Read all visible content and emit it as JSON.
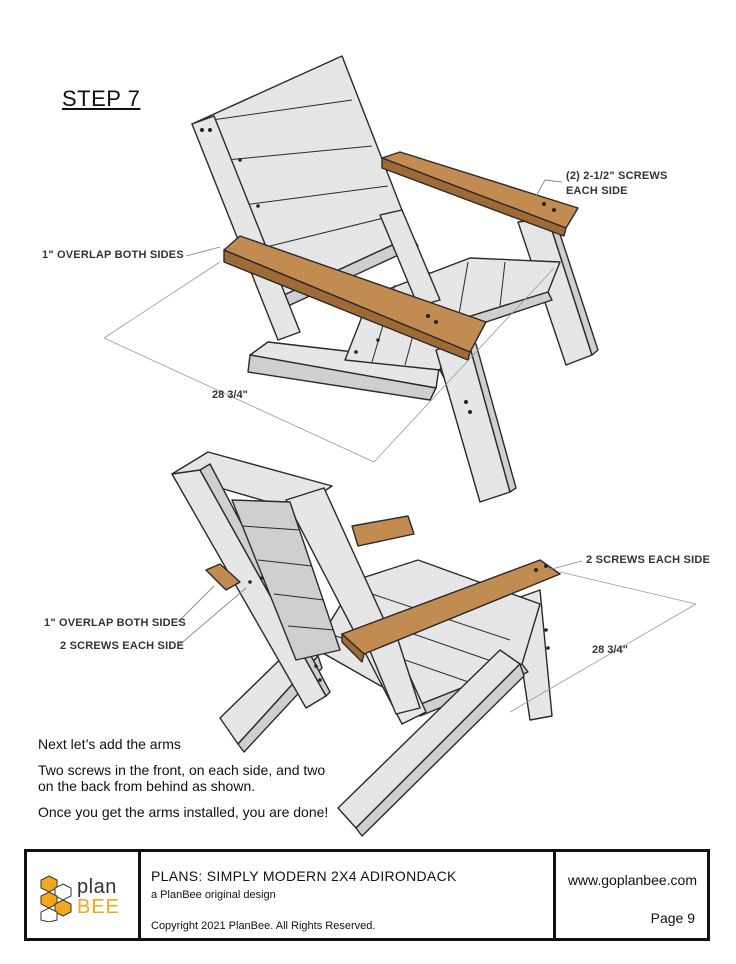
{
  "step_title": "STEP 7",
  "callouts": {
    "top_screws": [
      "(2) 2-1/2\" SCREWS",
      "EACH SIDE"
    ],
    "top_overlap": "1\" OVERLAP BOTH SIDES",
    "top_dimension": "28 3/4\"",
    "bottom_screws_right": "2 SCREWS EACH SIDE",
    "bottom_overlap": "1\" OVERLAP BOTH SIDES",
    "bottom_screws_left": "2 SCREWS EACH SIDE",
    "bottom_dimension": "28 3/4\""
  },
  "instructions": {
    "line1": "Next let’s add the arms",
    "line2a": "Two screws in the front, on each side, and two",
    "line2b": "on the back from behind as shown.",
    "line3": "Once you get the arms installed, you are done!"
  },
  "footer": {
    "logo_plan": "plan",
    "logo_bee": "BEE",
    "plans_title": "PLANS: SIMPLY MODERN 2X4 ADIRONDACK",
    "plans_subtitle": "a PlanBee original design",
    "copyright": "Copyright 2021 PlanBee. All Rights Reserved.",
    "website": "www.goplanbee.com",
    "page": "Page 9"
  },
  "colors": {
    "wood": "#c08a52",
    "wood_dark": "#9c6a36",
    "white_wood": "#e4e4e4",
    "white_wood_dark": "#c9c9c9",
    "outline": "#2a2a2a",
    "logo_accent": "#f0a81c"
  }
}
